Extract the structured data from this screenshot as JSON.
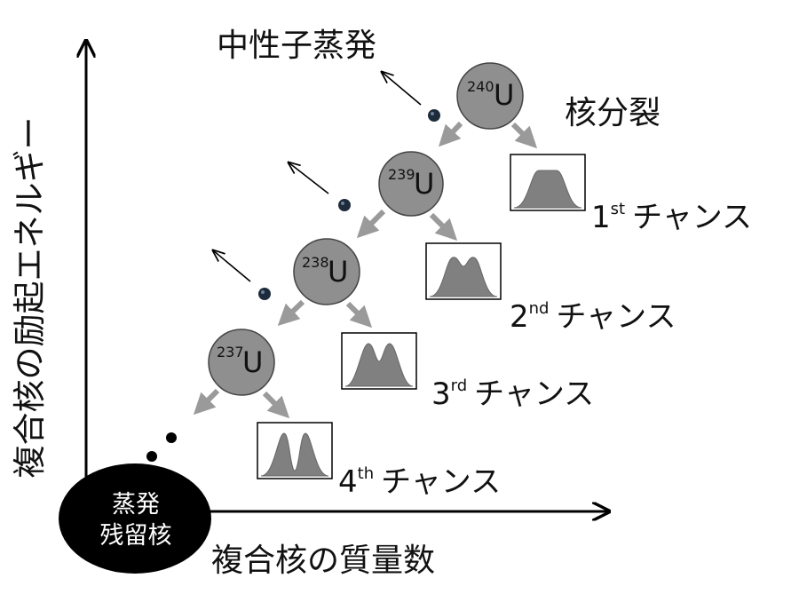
{
  "axes": {
    "y_label": "複合核の励起エネルギー",
    "x_label": "複合核の質量数"
  },
  "labels": {
    "evaporation": "中性子蒸発",
    "fission": "核分裂",
    "residue": [
      "蒸発",
      "残留核"
    ]
  },
  "nuclei": [
    {
      "mass": "240",
      "symbol": "U"
    },
    {
      "mass": "239",
      "symbol": "U"
    },
    {
      "mass": "238",
      "symbol": "U"
    },
    {
      "mass": "237",
      "symbol": "U"
    }
  ],
  "chances": [
    {
      "num": "1",
      "sup": "st",
      "text": "チャンス"
    },
    {
      "num": "2",
      "sup": "nd",
      "text": "チャンス"
    },
    {
      "num": "3",
      "sup": "rd",
      "text": "チャンス"
    },
    {
      "num": "4",
      "sup": "th",
      "text": "チャンス"
    }
  ],
  "colors": {
    "nucleus_fill": "#8f8f8f",
    "arrow_gray": "#9a9a9a",
    "neutron": "#1e2b3a",
    "residue_fill": "#000000",
    "spectrum_fill": "#808080"
  }
}
